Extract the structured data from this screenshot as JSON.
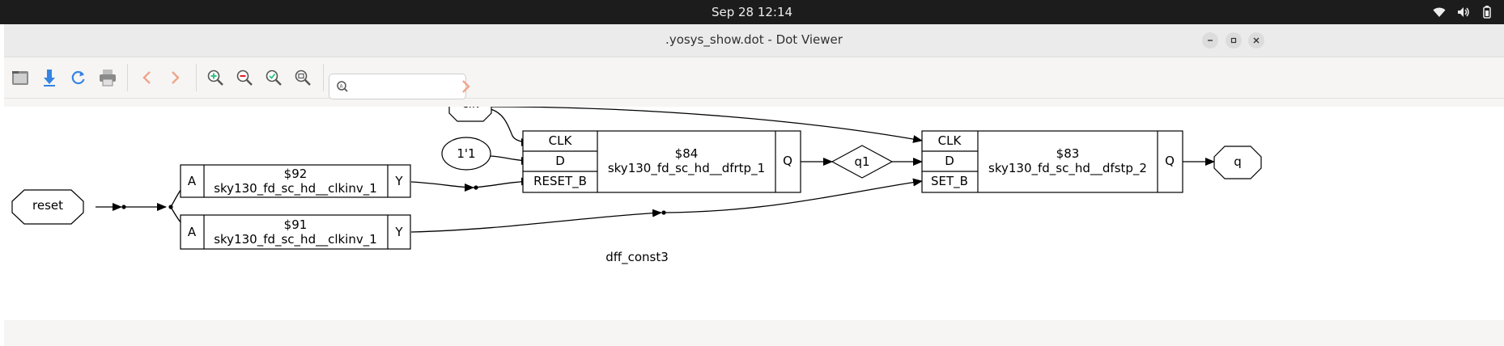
{
  "system": {
    "datetime": "Sep 28  12:14"
  },
  "window": {
    "title": ".yosys_show.dot - Dot Viewer"
  },
  "toolbar": {
    "items": [
      {
        "icon": "open-icon"
      },
      {
        "icon": "download-icon"
      },
      {
        "icon": "reload-icon"
      },
      {
        "icon": "print-icon"
      },
      {
        "icon": "back-icon"
      },
      {
        "icon": "forward-icon"
      },
      {
        "icon": "zoom-in-icon"
      },
      {
        "icon": "zoom-out-icon"
      },
      {
        "icon": "zoom-fit-icon"
      },
      {
        "icon": "zoom-100-icon"
      }
    ],
    "search": {
      "value": "",
      "placeholder": ""
    }
  },
  "graph": {
    "label": "dff_const3",
    "ports": {
      "clk": "clk",
      "reset": "reset",
      "q": "q",
      "const": "1'1",
      "q1": "q1"
    },
    "cells": [
      {
        "id": "$92",
        "type": "sky130_fd_sc_hd__clkinv_1",
        "inputs": [
          "A"
        ],
        "outputs": [
          "Y"
        ]
      },
      {
        "id": "$91",
        "type": "sky130_fd_sc_hd__clkinv_1",
        "inputs": [
          "A"
        ],
        "outputs": [
          "Y"
        ]
      },
      {
        "id": "$84",
        "type": "sky130_fd_sc_hd__dfrtp_1",
        "inputs": [
          "CLK",
          "D",
          "RESET_B"
        ],
        "outputs": [
          "Q"
        ]
      },
      {
        "id": "$83",
        "type": "sky130_fd_sc_hd__dfstp_2",
        "inputs": [
          "CLK",
          "D",
          "SET_B"
        ],
        "outputs": [
          "Q"
        ]
      }
    ]
  },
  "colors": {
    "topbar": "#1c1c1c",
    "titlebar": "#ebebeb",
    "accent_blue": "#3584e4",
    "icon_red": "#e66100",
    "icon_green": "#2ec27e"
  }
}
